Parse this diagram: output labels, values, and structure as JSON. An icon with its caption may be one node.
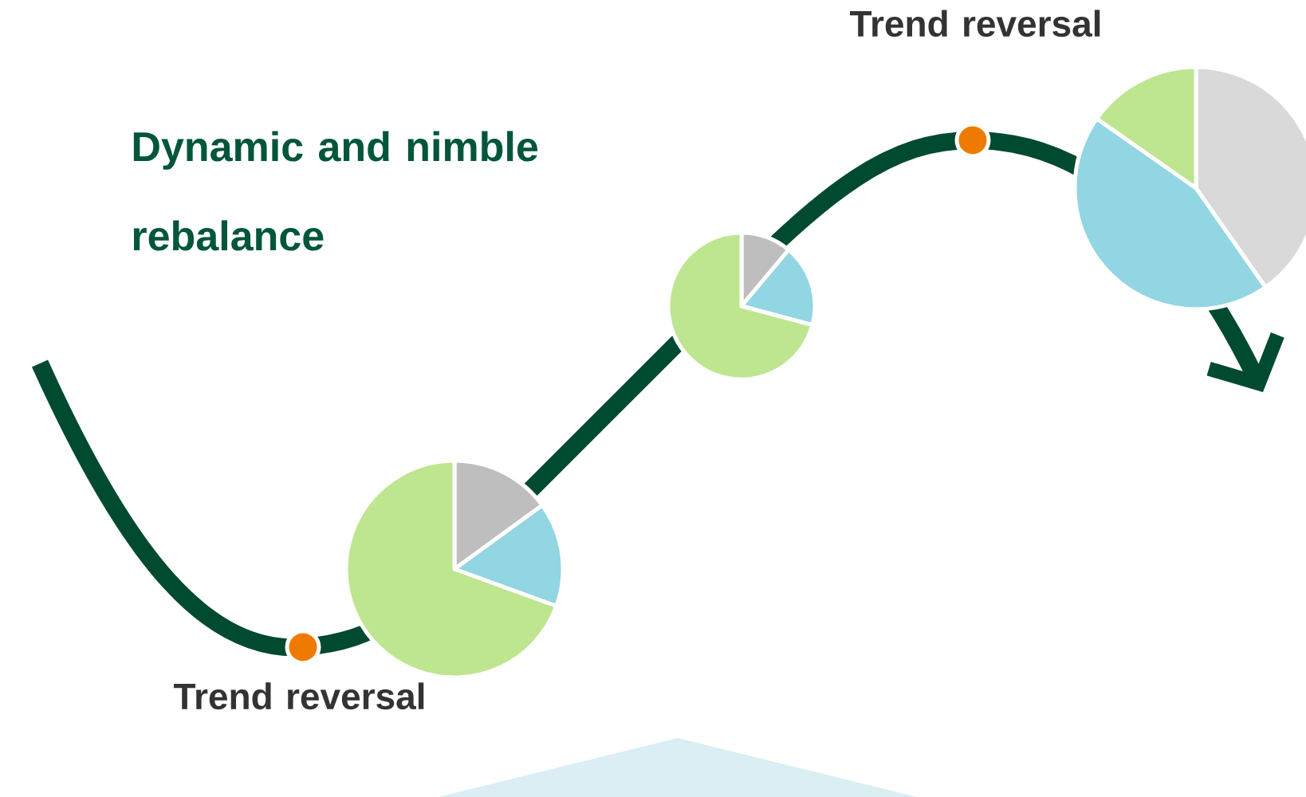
{
  "diagram": {
    "labels": [
      "Trend reversal",
      "Dynamic and nimble rebalance",
      "Trend reversal"
    ]
  }
}
